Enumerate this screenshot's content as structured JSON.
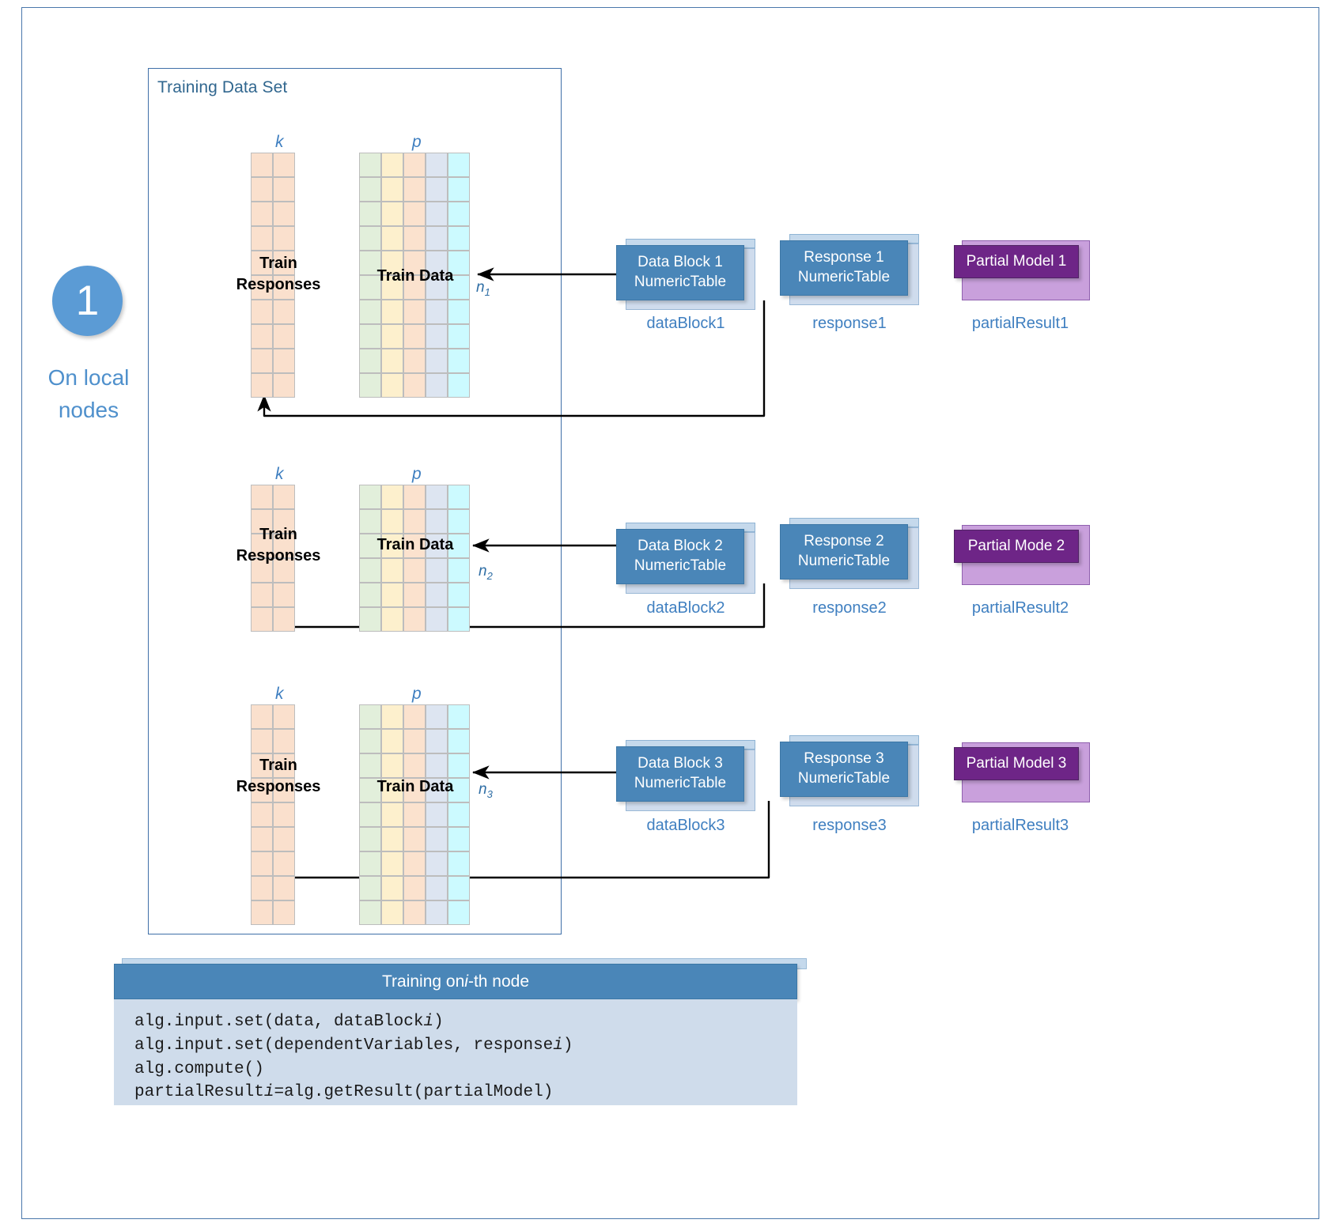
{
  "step": {
    "number": "1",
    "label": "On local\nnodes"
  },
  "panel": {
    "title": "Training Data Set"
  },
  "rows": [
    {
      "responses_dim": "k",
      "responses_caption": "Train\nResponses",
      "data_dim": "p",
      "data_caption": "Train Data",
      "n_label": "n",
      "n_sub": "1",
      "datablock_title": "Data Block 1\nNumericTable",
      "datablock_caption": "dataBlock1",
      "response_title": "Response 1\nNumericTable",
      "response_caption": "response1",
      "partial_title": "Partial Model 1",
      "partial_caption": "partialResult1"
    },
    {
      "responses_dim": "k",
      "responses_caption": "Train\nResponses",
      "data_dim": "p",
      "data_caption": "Train Data",
      "n_label": "n",
      "n_sub": "2",
      "datablock_title": "Data Block 2\nNumericTable",
      "datablock_caption": "dataBlock2",
      "response_title": "Response 2\nNumericTable",
      "response_caption": "response2",
      "partial_title": "Partial Mode 2",
      "partial_caption": "partialResult2"
    },
    {
      "responses_dim": "k",
      "responses_caption": "Train\nResponses",
      "data_dim": "p",
      "data_caption": "Train Data",
      "n_label": "n",
      "n_sub": "3",
      "datablock_title": "Data Block 3\nNumericTable",
      "datablock_caption": "dataBlock3",
      "response_title": "Response 3\nNumericTable",
      "response_caption": "response3",
      "partial_title": "Partial Model 3",
      "partial_caption": "partialResult3"
    }
  ],
  "code": {
    "title_prefix": "Training on ",
    "title_italic": "i",
    "title_suffix": "-th node",
    "lines": [
      "alg.input.set(data, dataBlocki)",
      "alg.input.set(dependentVariables, responsei)",
      "alg.compute()",
      "partialResulti=alg.getResult(partialModel)"
    ]
  },
  "colors": {
    "accent_blue": "#4a86b8",
    "label_blue": "#3f7fc0",
    "purple_header": "#6e2587",
    "purple_body": "#c9a0dc",
    "responses_cell": "#fae0cd",
    "data_cols": [
      "#e2efdb",
      "#fdf0cd",
      "#fbe2ce",
      "#dde5f1",
      "#ccfaff"
    ]
  }
}
